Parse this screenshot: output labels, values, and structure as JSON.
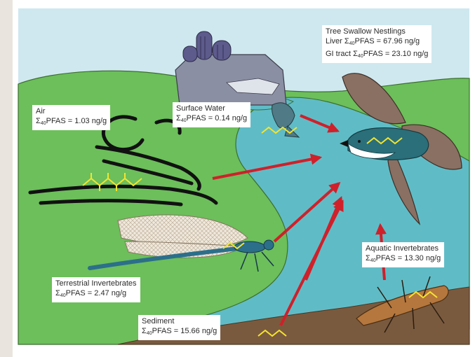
{
  "labels": {
    "swallow": {
      "title": "Tree Swallow Nestlings",
      "line1_prefix": "Liver Σ",
      "line1_sub": "40",
      "line1_value": "PFAS = 67.96 ng/g",
      "line2_prefix": "GI tract Σ",
      "line2_sub": "40",
      "line2_value": "PFAS = 23.10 ng/g"
    },
    "air": {
      "title": "Air",
      "prefix": "Σ",
      "sub": "40",
      "value": "PFAS = 1.03 ng/g"
    },
    "surface_water": {
      "title": "Surface Water",
      "prefix": "Σ",
      "sub": "40",
      "value": "PFAS = 0.14 ng/g"
    },
    "terrestrial": {
      "title": "Terrestrial Invertebrates",
      "prefix": "Σ",
      "sub": "40",
      "value": "PFAS = 2.47 ng/g"
    },
    "aquatic": {
      "title": "Aquatic Invertebrates",
      "prefix": "Σ",
      "sub": "40",
      "value": "PFAS = 13.30 ng/g"
    },
    "sediment": {
      "title": "Sediment",
      "prefix": "Σ",
      "sub": "40",
      "value": "PFAS = 15.66 ng/g"
    }
  },
  "colors": {
    "sky": "#cfe8f0",
    "land": "#6cbf5a",
    "water": "#5fbcc6",
    "sediment": "#7a5a3e",
    "arrow": "#d0202a",
    "pfas_molecule": "#f4e430",
    "factory": "#8a8fa3",
    "silo": "#5d5a8c"
  },
  "icons": [
    "factory",
    "wind-swirl",
    "damselfly",
    "tree-swallow",
    "aquatic-larva",
    "pfas-molecule",
    "fish"
  ]
}
